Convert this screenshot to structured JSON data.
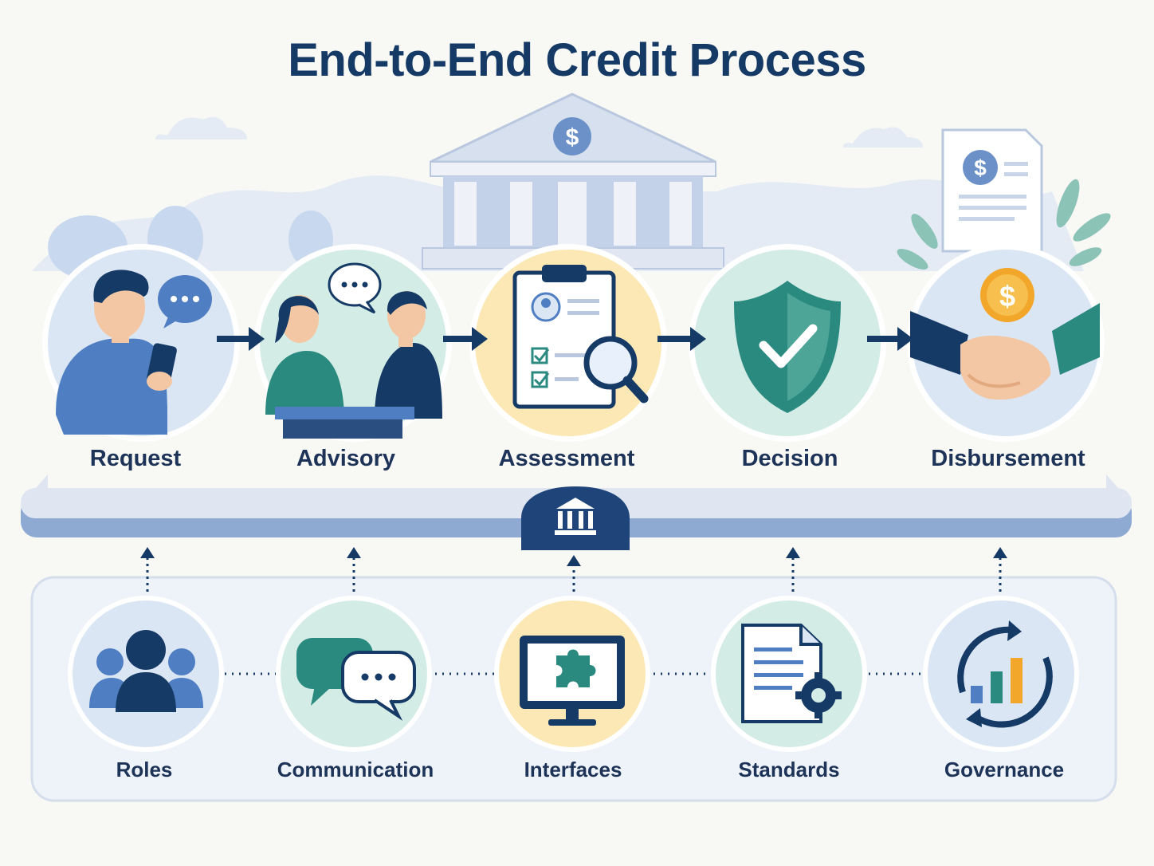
{
  "title": "End-to-End Credit Process",
  "colors": {
    "navy": "#163a66",
    "blue": "#4f7fc2",
    "teal": "#2a8a80",
    "light_blue": "#dbe6f5",
    "mint": "#d4ece6",
    "cream": "#fbe8b4",
    "gold": "#f2a72b"
  },
  "process_steps": [
    {
      "label": "Request",
      "icon": "person-with-phone-icon"
    },
    {
      "label": "Advisory",
      "icon": "advisor-meeting-icon"
    },
    {
      "label": "Assessment",
      "icon": "clipboard-magnifier-icon"
    },
    {
      "label": "Decision",
      "icon": "shield-check-icon"
    },
    {
      "label": "Disbursement",
      "icon": "handshake-coin-icon"
    }
  ],
  "foundation_icon": "bank-icon",
  "pillars": [
    {
      "label": "Roles",
      "icon": "people-group-icon"
    },
    {
      "label": "Communication",
      "icon": "chat-bubbles-icon"
    },
    {
      "label": "Interfaces",
      "icon": "monitor-puzzle-icon"
    },
    {
      "label": "Standards",
      "icon": "document-gear-icon"
    },
    {
      "label": "Governance",
      "icon": "cycle-chart-icon"
    }
  ]
}
